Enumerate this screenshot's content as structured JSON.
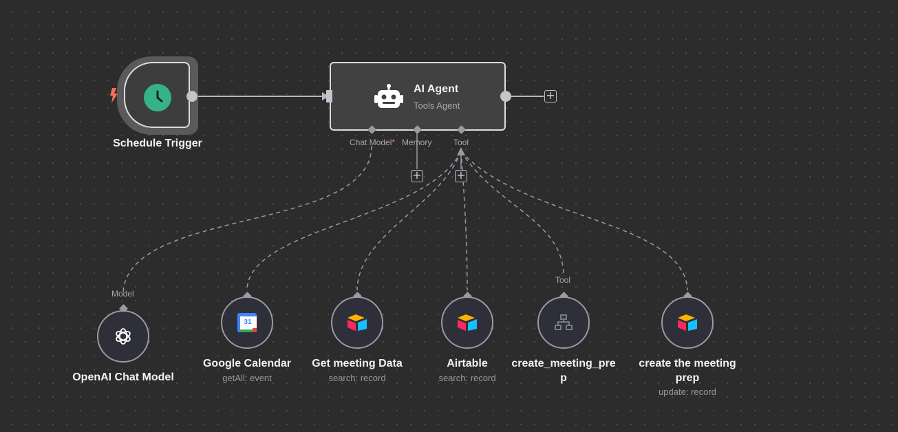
{
  "nodes": {
    "schedule_trigger": {
      "title": "Schedule Trigger"
    },
    "ai_agent": {
      "title": "AI Agent",
      "subtitle": "Tools Agent"
    },
    "openai": {
      "title": "OpenAI Chat Model"
    },
    "google_calendar": {
      "title": "Google Calendar",
      "subtitle": "getAll: event"
    },
    "get_meeting_data": {
      "title": "Get meeting Data",
      "subtitle": "search: record"
    },
    "airtable": {
      "title": "Airtable",
      "subtitle": "search: record"
    },
    "create_meeting_prep": {
      "title_line1": "create_meeting_pre",
      "title_line2": "p"
    },
    "create_the_meeting_prep": {
      "title_line1": "create the meeting",
      "title_line2": "prep",
      "subtitle": "update: record"
    }
  },
  "ports": {
    "chat_model": "Chat Model",
    "chat_model_required": "*",
    "memory": "Memory",
    "tool": "Tool",
    "model": "Model",
    "tool_input": "Tool"
  },
  "buttons": {
    "plus": "+"
  },
  "icons": {
    "trigger": "lightning-bolt-icon",
    "schedule": "clock-icon",
    "agent": "robot-icon",
    "openai": "openai-icon",
    "calendar": "google-calendar-icon",
    "calendar_day": "31",
    "airtable": "airtable-icon",
    "workflow": "sitemap-icon"
  },
  "colors": {
    "canvas": "#2c2c2c",
    "clock": "#35b28a",
    "trigger_bolt": "#ff6d5a",
    "required": "#ff6d5a",
    "edge": "#9a9aa4"
  }
}
